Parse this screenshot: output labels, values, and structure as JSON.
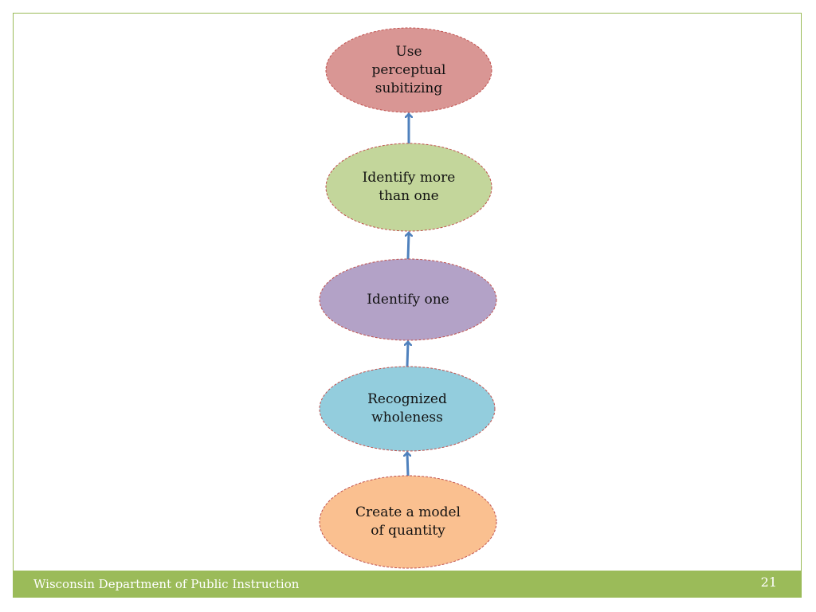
{
  "slide": {
    "footer_title": "Wisconsin Department of Public Instruction",
    "page_number": "21"
  },
  "diagram": {
    "nodes": [
      {
        "label": "Use\nperceptual\nsubitizing",
        "fill": "#d99694",
        "name": "node-use-perceptual-subitizing"
      },
      {
        "label": "Identify more\nthan one",
        "fill": "#c3d69b",
        "name": "node-identify-more-than-one"
      },
      {
        "label": "Identify one",
        "fill": "#b3a2c7",
        "name": "node-identify-one"
      },
      {
        "label": "Recognized\nwholeness",
        "fill": "#93cddd",
        "name": "node-recognized-wholeness"
      },
      {
        "label": "Create a model\nof quantity",
        "fill": "#fac090",
        "name": "node-create-a-model-of-quantity"
      }
    ],
    "edges": [
      {
        "from": 4,
        "to": 3
      },
      {
        "from": 3,
        "to": 2
      },
      {
        "from": 2,
        "to": 1
      },
      {
        "from": 1,
        "to": 0
      }
    ],
    "colors": {
      "node_border": "#c0504d",
      "arrow": "#4f81bd",
      "frame": "#9bbb59",
      "footer_bg": "#9bbb59",
      "footer_text": "#ffffff"
    }
  }
}
